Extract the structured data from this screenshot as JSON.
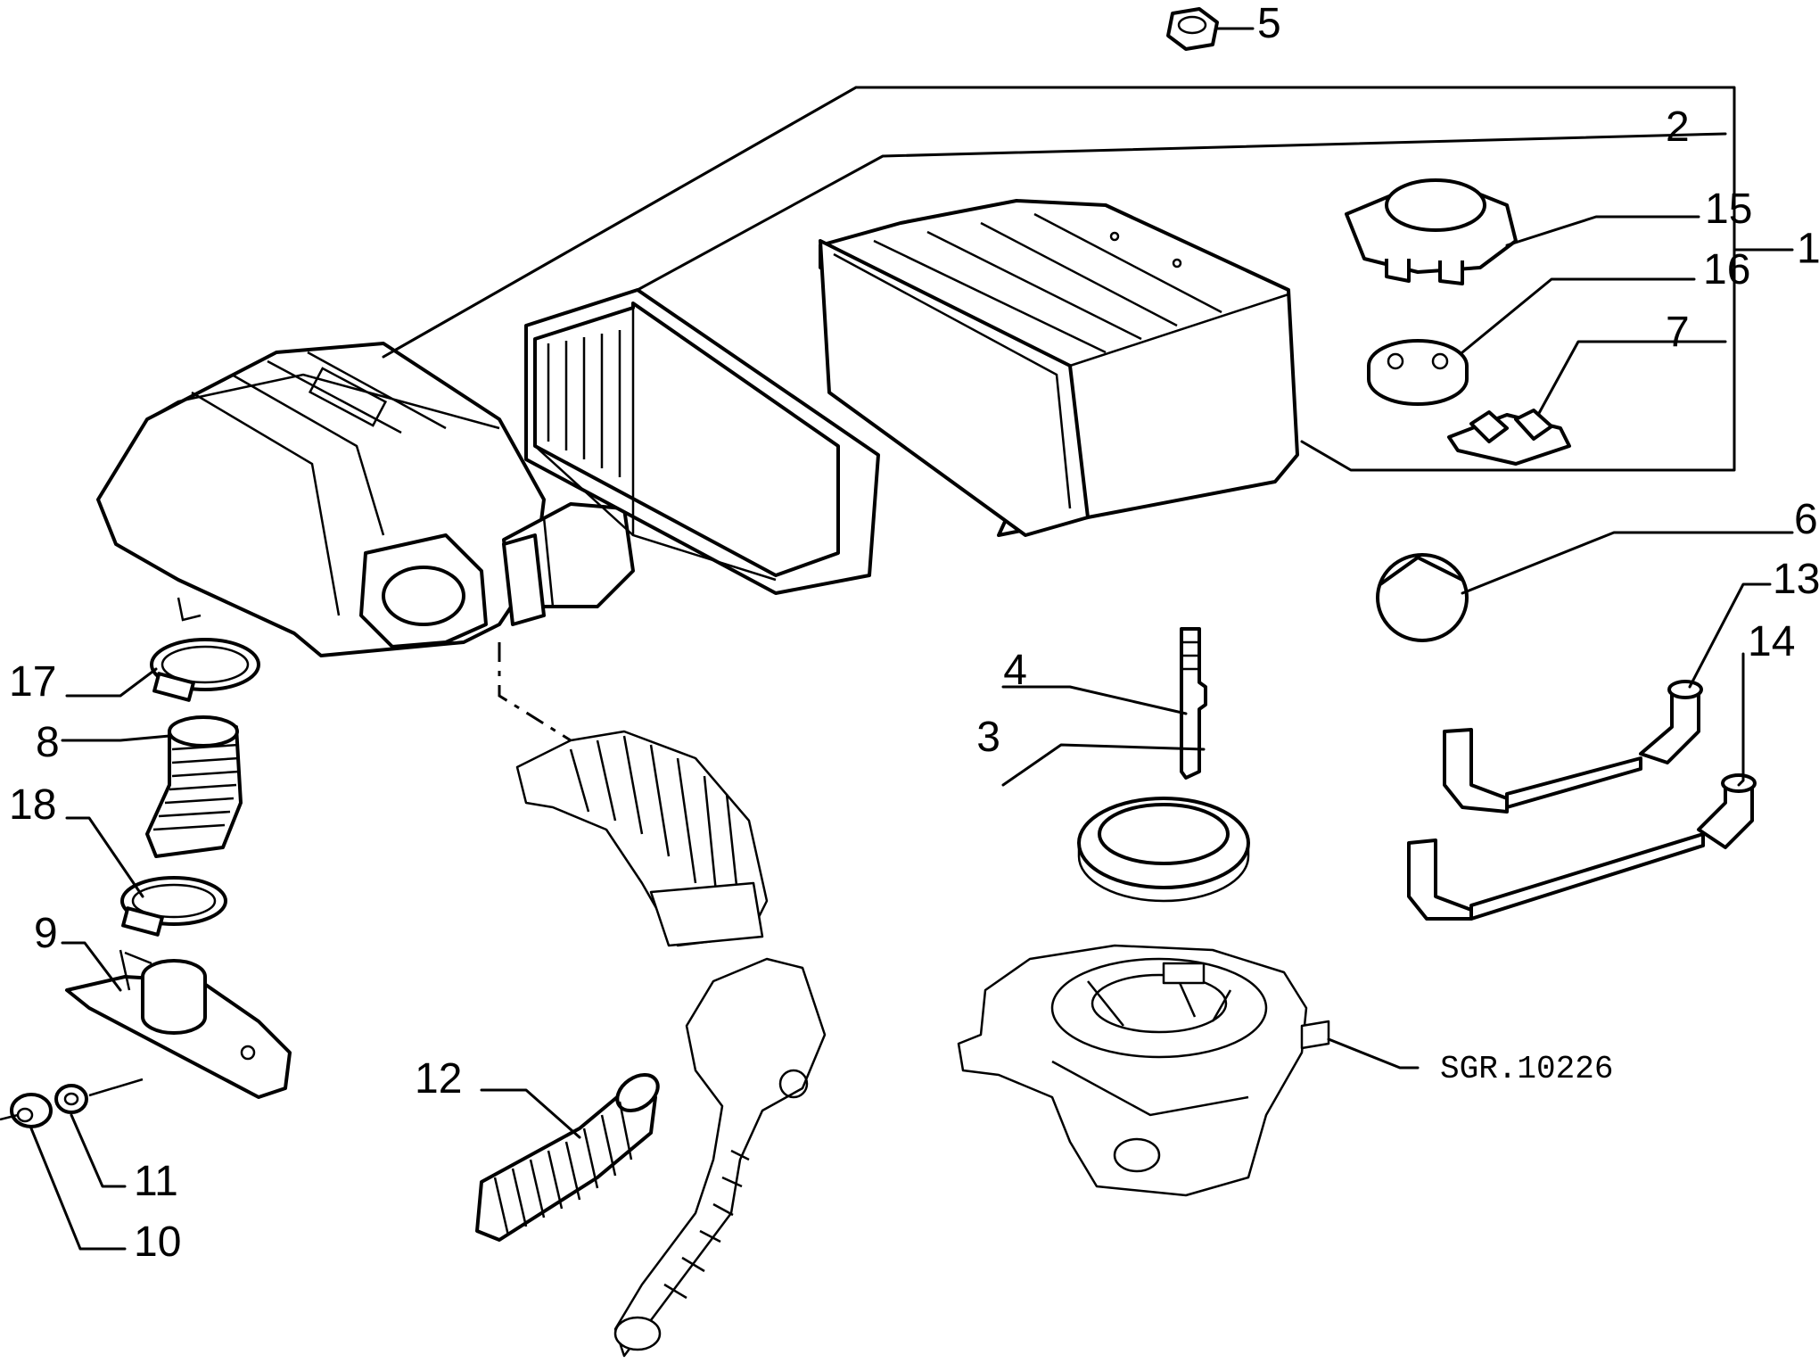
{
  "callouts": {
    "c1": "1",
    "c2": "2",
    "c3": "3",
    "c4": "4",
    "c5": "5",
    "c6": "6",
    "c7": "7",
    "c8": "8",
    "c9": "9",
    "c10": "10",
    "c11": "11",
    "c12": "12",
    "c13": "13",
    "c14": "14",
    "c15": "15",
    "c16": "16",
    "c17": "17",
    "c18": "18"
  },
  "reference_code": "SGR.10226"
}
